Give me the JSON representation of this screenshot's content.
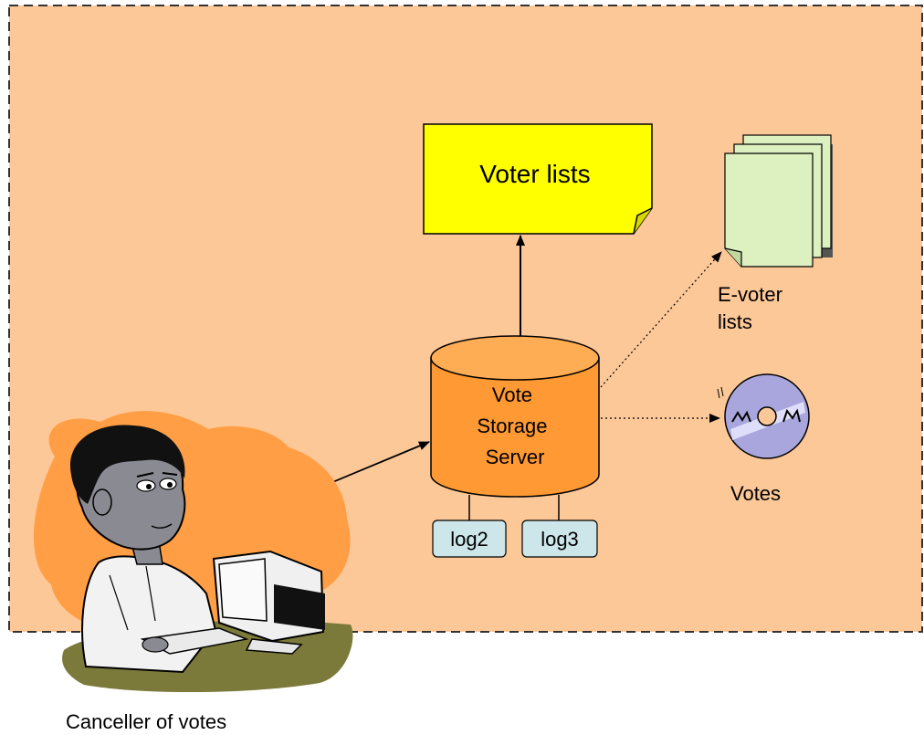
{
  "diagram": {
    "voter_lists": "Voter lists",
    "server_lines": [
      "Vote",
      "Storage",
      "Server"
    ],
    "logs": [
      "log2",
      "log3"
    ],
    "evoter_lines": [
      "E-voter",
      "lists"
    ],
    "votes": "Votes",
    "canceller": "Canceller of votes"
  },
  "colors": {
    "region_fill": "#fdc898",
    "note_fill": "#ffff00",
    "cylinder_fill": "#ff9933",
    "log_fill": "#cce6ea",
    "pages_fill": "#ddf0c0",
    "blob_fill": "#ff9e45"
  },
  "icons": [
    "person-at-computer-icon",
    "disc-icon",
    "document-stack-icon"
  ]
}
